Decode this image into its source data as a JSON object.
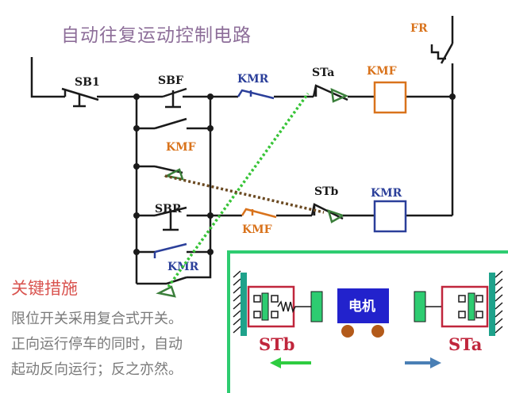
{
  "title": "自动往复运动控制电路",
  "colors": {
    "wire": "#1a1a1a",
    "kmr": "#2b3f9a",
    "kmf": "#d9731c",
    "st": "#3b7f3b",
    "link_green": "#37c437",
    "link_brown": "#6b4a22",
    "box_green": "#2ecc71",
    "ground_teal": "#1ea28b",
    "motor_blue": "#2222cc",
    "switch_red": "#c0263c"
  },
  "labels": {
    "sb1": "SB1",
    "sbf": "SBF",
    "sbr": "SBR",
    "kmr_top": "KMR",
    "kmf_coil": "KMF",
    "kmf_hold": "KMF",
    "kmf_interlock": "KMF",
    "kmr_hold": "KMR",
    "kmr_coil": "KMR",
    "sta": "STa",
    "stb": "STb",
    "fr": "FR"
  },
  "key": {
    "heading": "关键措施",
    "lines": [
      "限位开关采用复合式开关。",
      "正向运行停车的同时，自动",
      "起动反向运行；反之亦然。"
    ]
  },
  "mechanism": {
    "motor": "电机",
    "left_switch": "STb",
    "right_switch": "STa"
  }
}
